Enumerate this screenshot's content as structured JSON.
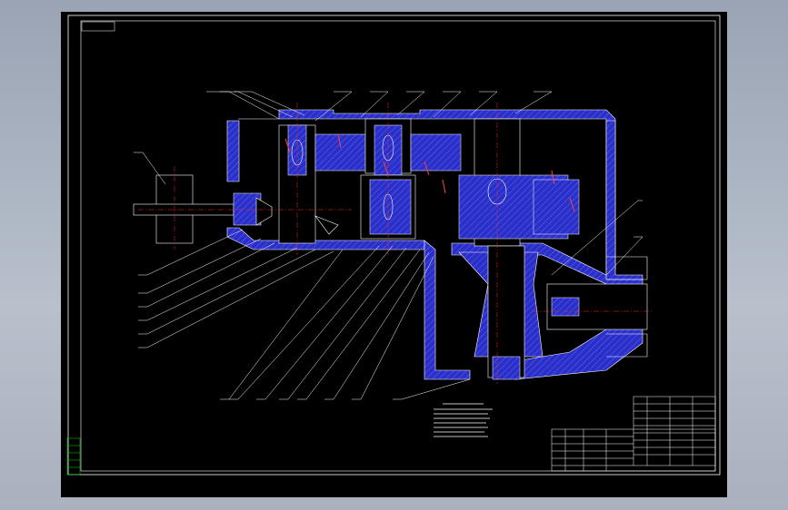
{
  "drawing": {
    "sheet_title": "",
    "colors": {
      "background": "#000000",
      "outline": "#ffffff",
      "housing_fill": "#2a2fc8",
      "hatch": "#6f73ff",
      "centerline": "#ff2a2a",
      "section_mark": "#ff4040",
      "leader": "#ffffff",
      "title_block_line": "#ffffff",
      "revision_box": "#00c000",
      "screen_bg": "#a8b0bd"
    },
    "leader_count_top": 9,
    "leader_count_left": 7,
    "leader_count_bottom": 9,
    "has_title_block": true,
    "has_technical_notes": true,
    "icons": [
      "gear-section-icon",
      "shaft-icon",
      "coupling-flange-icon",
      "bevel-gear-icon"
    ]
  }
}
